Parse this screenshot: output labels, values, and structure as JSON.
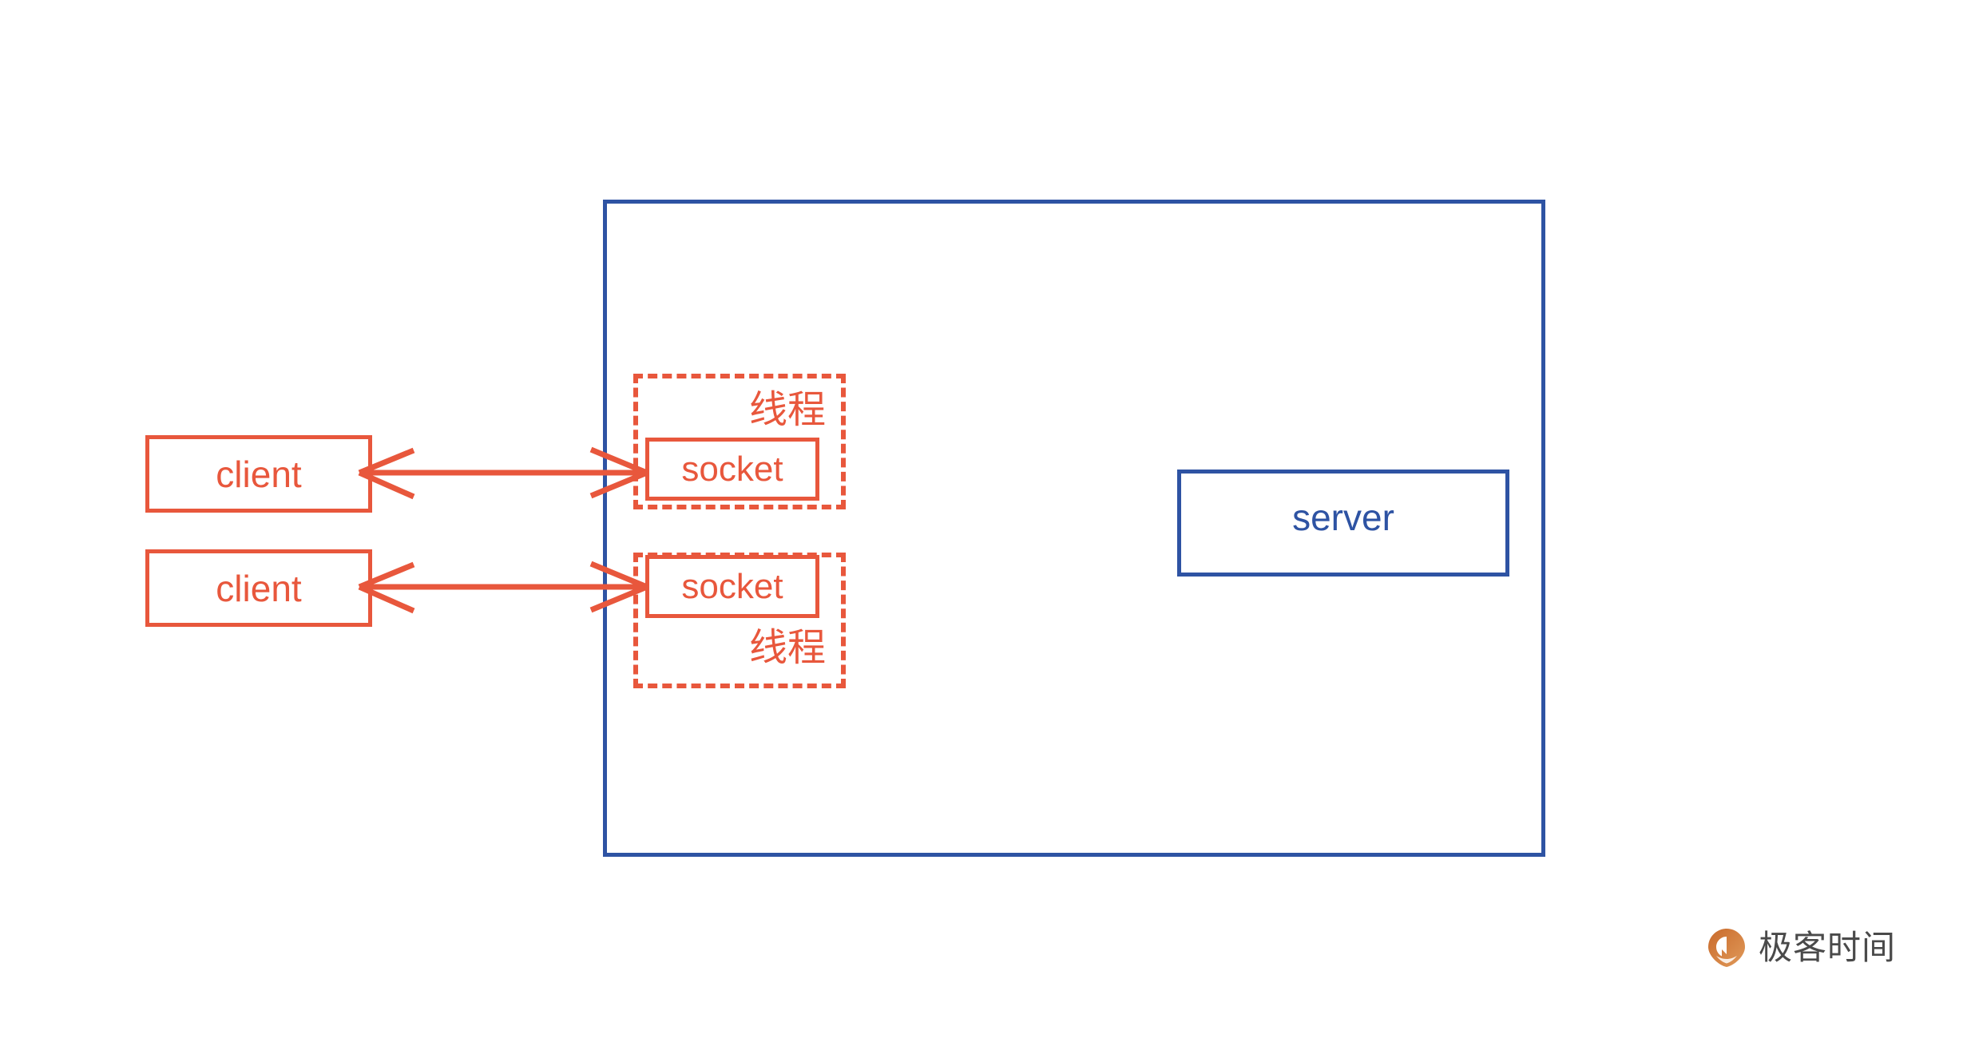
{
  "diagram": {
    "title": "",
    "colors": {
      "client_orange": "#e8573c",
      "server_blue": "#2e53a3",
      "background": "#ffffff",
      "logo_orange": "#d97d36",
      "logo_text_gray": "#4a4a4a"
    },
    "clients": [
      {
        "label": "client"
      },
      {
        "label": "client"
      }
    ],
    "threads": [
      {
        "thread_label": "线程",
        "socket_label": "socket",
        "label_position": "top-right"
      },
      {
        "thread_label": "线程",
        "socket_label": "socket",
        "label_position": "bottom-right"
      }
    ],
    "server": {
      "label": "server"
    },
    "connections": [
      {
        "from": "client",
        "to": "socket",
        "direction": "bidirectional"
      },
      {
        "from": "client",
        "to": "socket",
        "direction": "bidirectional"
      }
    ]
  },
  "logo": {
    "text": "极客时间",
    "mark": "geektime-pin-icon"
  }
}
